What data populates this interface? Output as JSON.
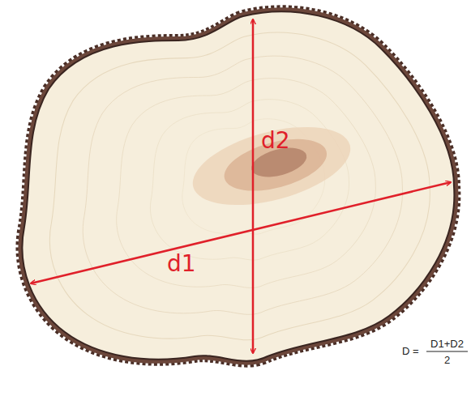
{
  "diagram": {
    "labels": [
      "d2",
      "d1",
      "D =",
      "D1+D2",
      "2"
    ]
  }
}
